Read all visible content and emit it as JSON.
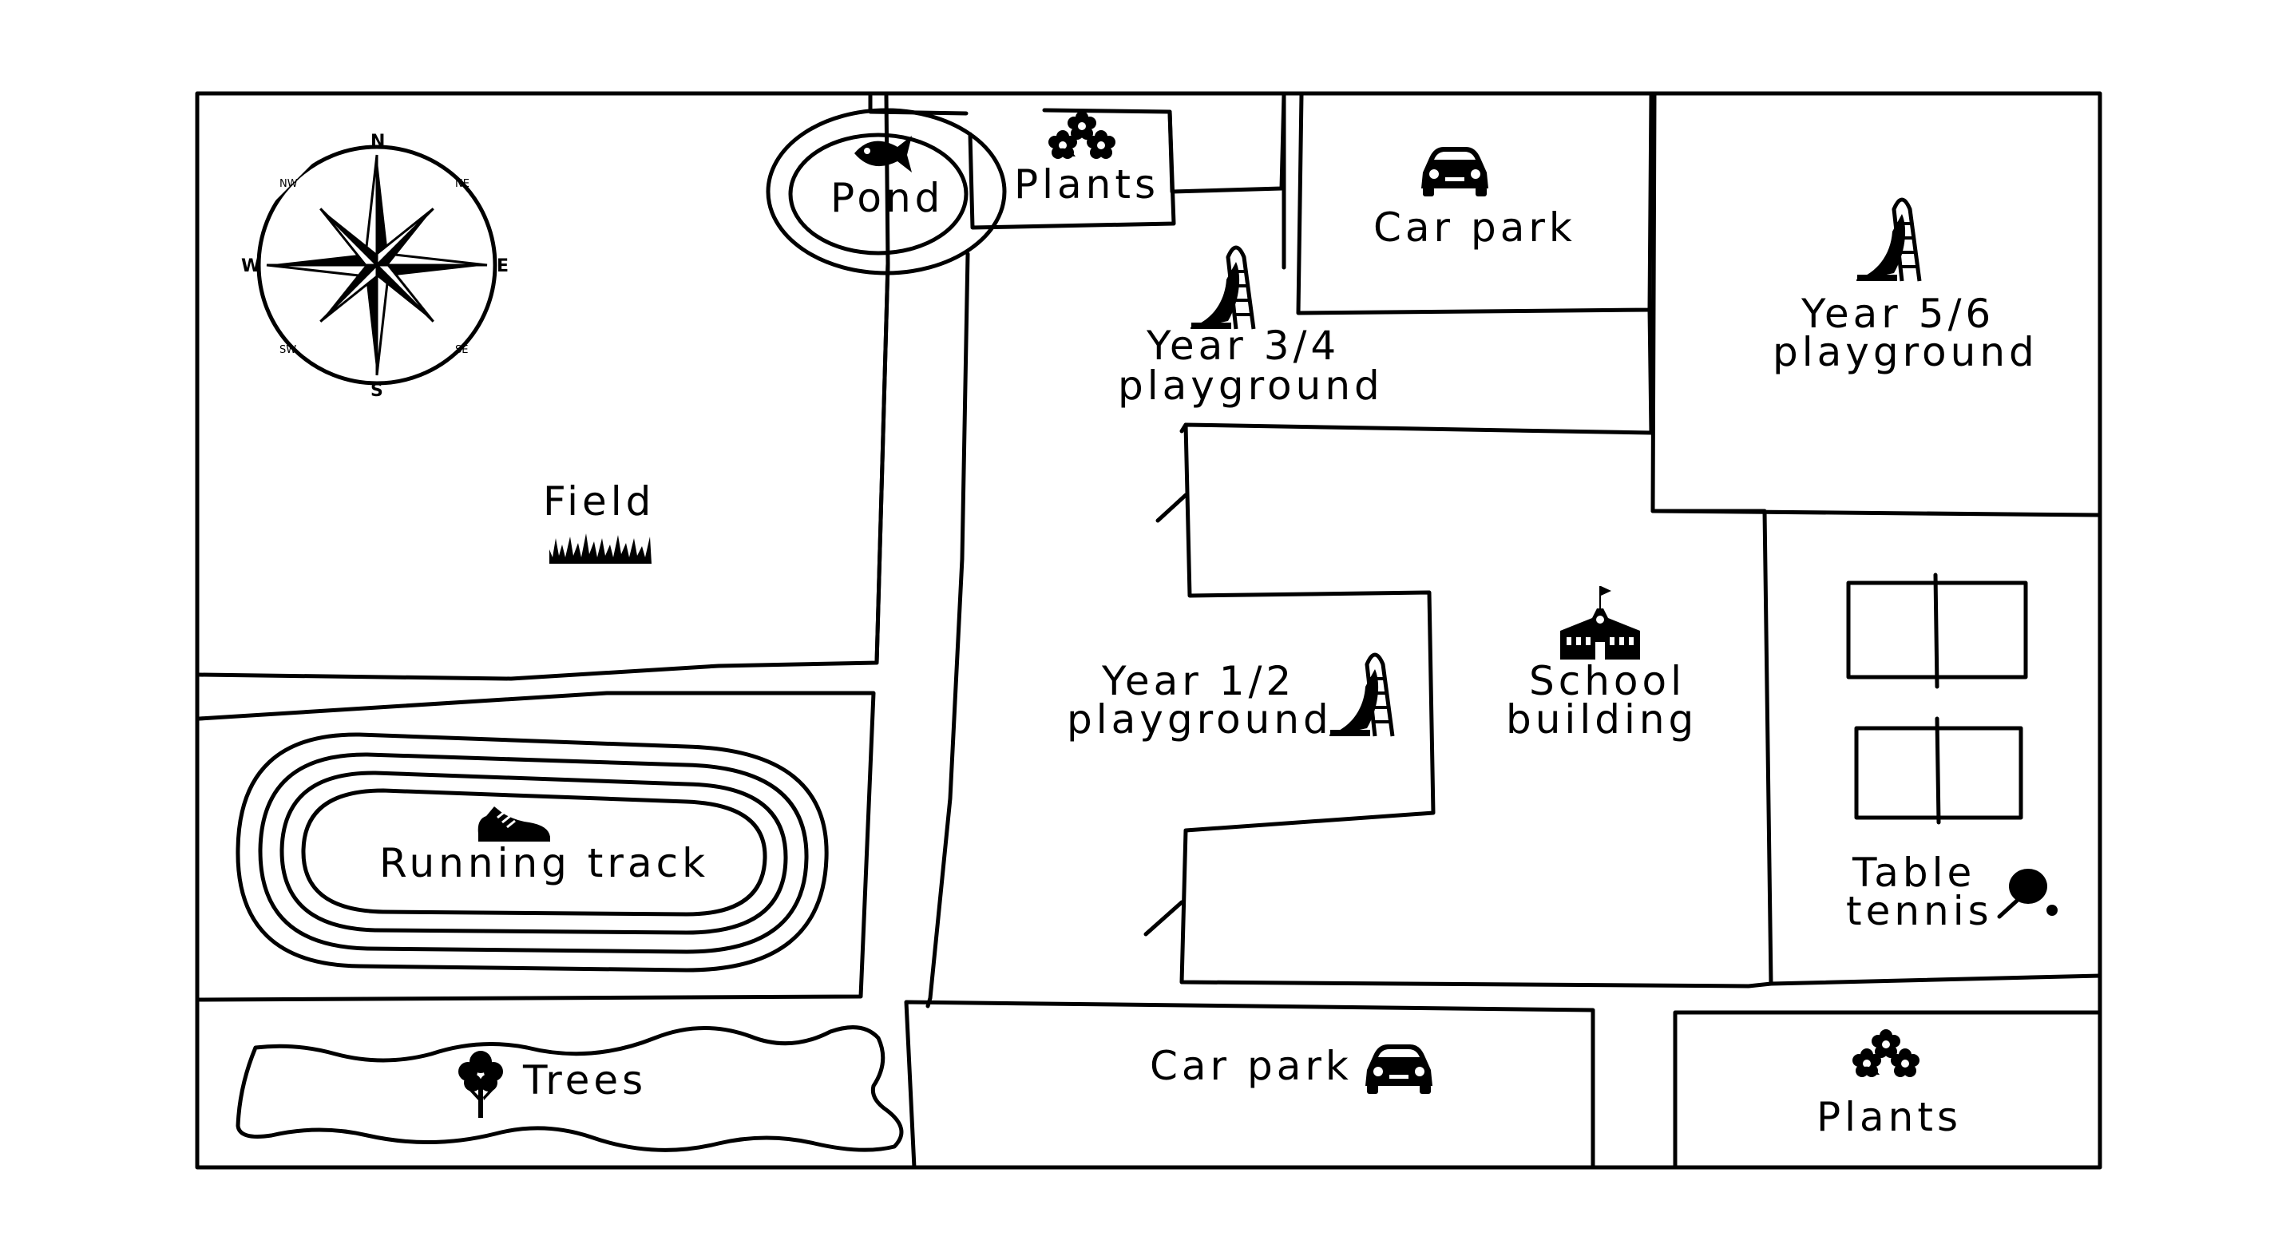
{
  "map": {
    "compass": {
      "n": "N",
      "ne": "NE",
      "e": "E",
      "se": "SE",
      "s": "S",
      "sw": "SW",
      "w": "W",
      "nw": "NW"
    },
    "areas": {
      "pond": "Pond",
      "plants_top": "Plants",
      "car_park_top": "Car park",
      "year34_line1": "Year 3/4",
      "year34_line2": "playground",
      "year56_line1": "Year 5/6",
      "year56_line2": "playground",
      "field": "Field",
      "year12_line1": "Year 1/2",
      "year12_line2": "playground",
      "school_line1": "School",
      "school_line2": "building",
      "running_track": "Running track",
      "table_tennis_line1": "Table",
      "table_tennis_line2": "tennis",
      "trees": "Trees",
      "car_park_bottom": "Car park",
      "plants_bottom": "Plants"
    },
    "icons": [
      "compass-rose-icon",
      "fish-icon",
      "flower-icon",
      "car-icon",
      "slide-icon",
      "grass-icon",
      "school-building-icon",
      "running-shoe-icon",
      "tree-icon",
      "table-tennis-bat-icon"
    ]
  }
}
